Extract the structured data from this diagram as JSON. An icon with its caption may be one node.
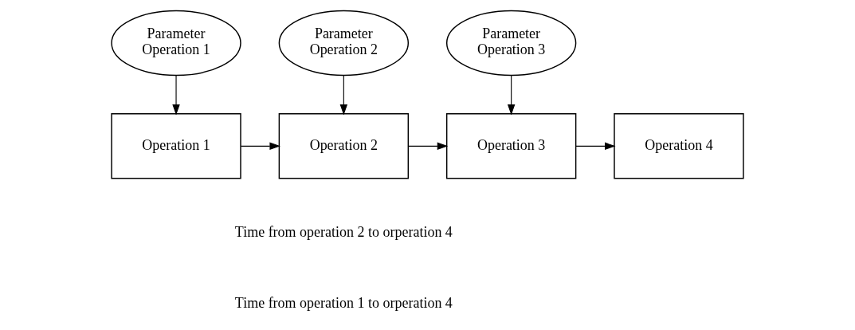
{
  "diagram": {
    "nodes": [
      {
        "text": [
          "Parameter Operation 1"
        ]
      },
      {
        "text": [
          "Parameter Operation 2"
        ]
      },
      {
        "text": [
          "Parameter Operation 3"
        ]
      },
      {
        "text": [
          "Operation 1"
        ]
      },
      {
        "text": [
          "Operation 2"
        ]
      },
      {
        "text": [
          "Operation 3"
        ]
      },
      {
        "text": [
          "Operation 4"
        ]
      }
    ],
    "edges": [
      {
        "from": 0,
        "to": 3,
        "arrow": "to"
      },
      {
        "from": 1,
        "to": 4,
        "arrow": "to"
      },
      {
        "from": 2,
        "to": 5,
        "arrow": "to"
      },
      {
        "from": 3,
        "to": 4,
        "arrow": "to"
      },
      {
        "from": 4,
        "to": 5,
        "arrow": "to"
      },
      {
        "from": 5,
        "to": 6,
        "arrow": "to"
      }
    ],
    "labels": [
      "Time from operation 2 to orperation 4",
      "Time from operation 1 to orperation 4"
    ]
  }
}
